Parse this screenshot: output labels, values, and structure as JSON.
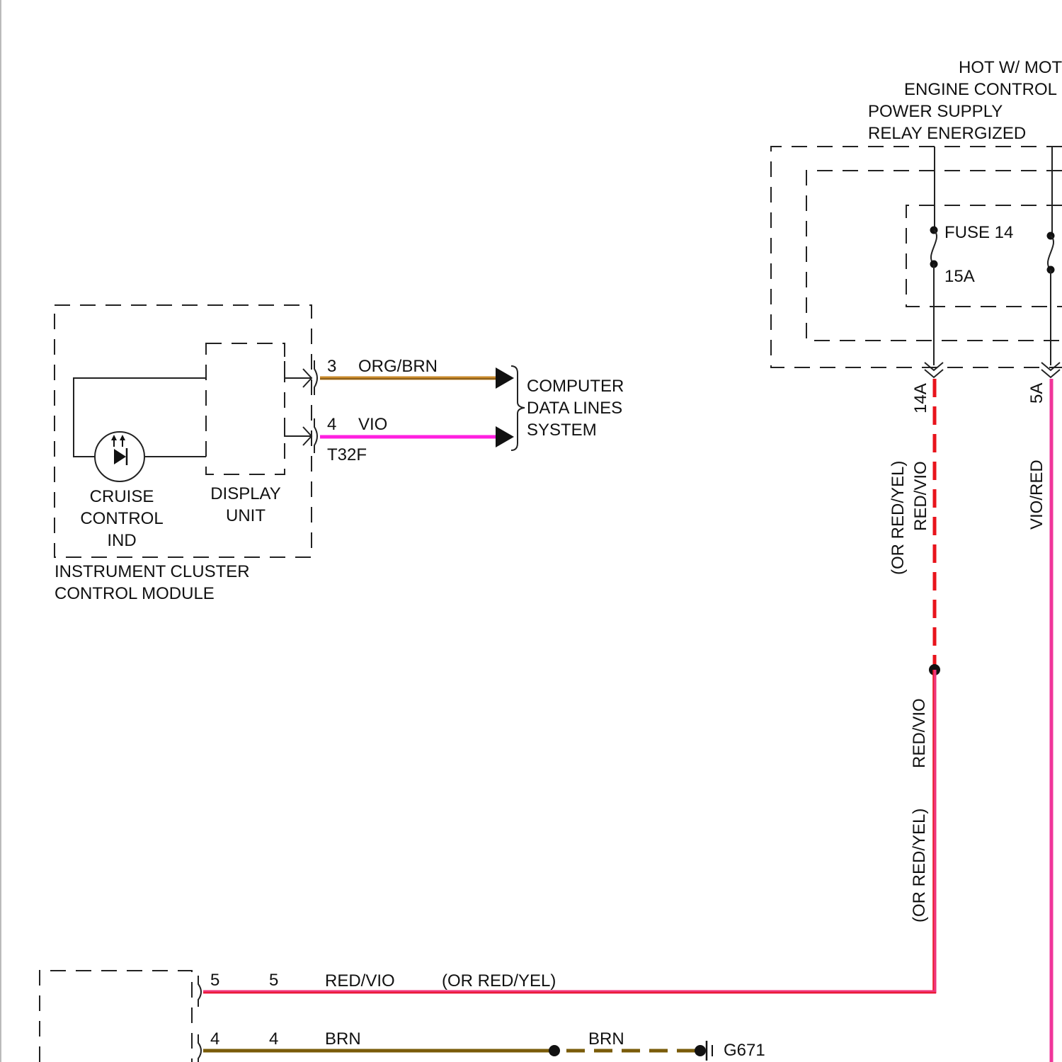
{
  "power_source": {
    "lines": [
      "HOT W/ MOT",
      "ENGINE CONTROL",
      "POWER SUPPLY",
      "RELAY ENERGIZED"
    ]
  },
  "fuse": {
    "name": "FUSE 14",
    "rating": "15A"
  },
  "cluster": {
    "title_lines": [
      "INSTRUMENT CLUSTER",
      "CONTROL MODULE"
    ],
    "cruise_lines": [
      "CRUISE",
      "CONTROL",
      "IND"
    ],
    "display_lines": [
      "DISPLAY",
      "UNIT"
    ],
    "connector": "T32F"
  },
  "data_lines": {
    "label_lines": [
      "COMPUTER",
      "DATA LINES",
      "SYSTEM"
    ],
    "wires": [
      {
        "pin": "3",
        "color_label": "ORG/BRN",
        "color": "#c8892a"
      },
      {
        "pin": "4",
        "color_label": "VIO",
        "color": "#ff1fe0"
      }
    ]
  },
  "fuse_outputs": {
    "left_terminal": "14A",
    "right_terminal": "5A",
    "left_upper_color": "RED/VIO",
    "left_upper_alt": "(OR RED/YEL)",
    "left_lower_color": "RED/VIO",
    "left_lower_alt": "(OR RED/YEL)",
    "right_color": "VIO/RED",
    "red_color": "#e8141c",
    "magenta_color": "#f0359a"
  },
  "bottom_wires": [
    {
      "pin": "5",
      "cavity": "5",
      "color_label": "RED/VIO",
      "alt": "(OR RED/YEL)",
      "color": "#f0357a"
    },
    {
      "pin": "4",
      "cavity": "4",
      "color_label": "BRN",
      "color2_label": "BRN",
      "color": "#7a5c0a"
    }
  ],
  "ground": {
    "label": "G671"
  }
}
